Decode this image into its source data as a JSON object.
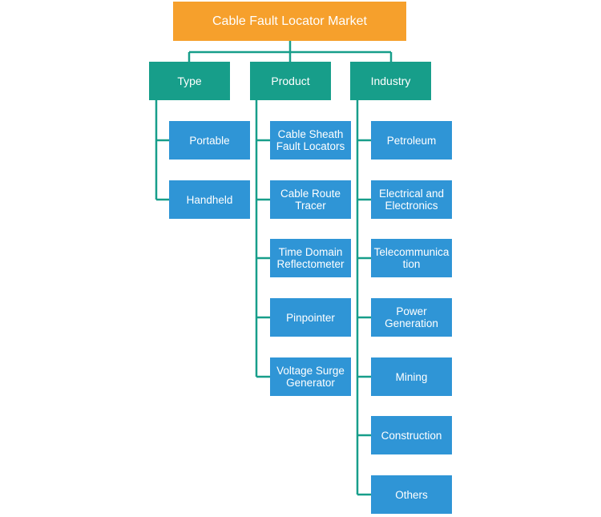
{
  "colors": {
    "root": "#f6a02c",
    "category": "#179e8a",
    "item": "#2f95d6",
    "connector": "#179e8a"
  },
  "root": {
    "label": "Cable Fault Locator Market"
  },
  "categories": [
    {
      "label": "Type",
      "items": [
        "Portable",
        "Handheld"
      ]
    },
    {
      "label": "Product",
      "items": [
        "Cable Sheath\nFault Locators",
        "Cable Route\nTracer",
        "Time Domain\nReflectometer",
        "Pinpointer",
        "Voltage Surge\nGenerator"
      ]
    },
    {
      "label": "Industry",
      "items": [
        "Petroleum",
        "Electrical and\nElectronics",
        "Telecommunica\ntion",
        "Power\nGeneration",
        "Mining",
        "Construction",
        "Others"
      ]
    }
  ]
}
